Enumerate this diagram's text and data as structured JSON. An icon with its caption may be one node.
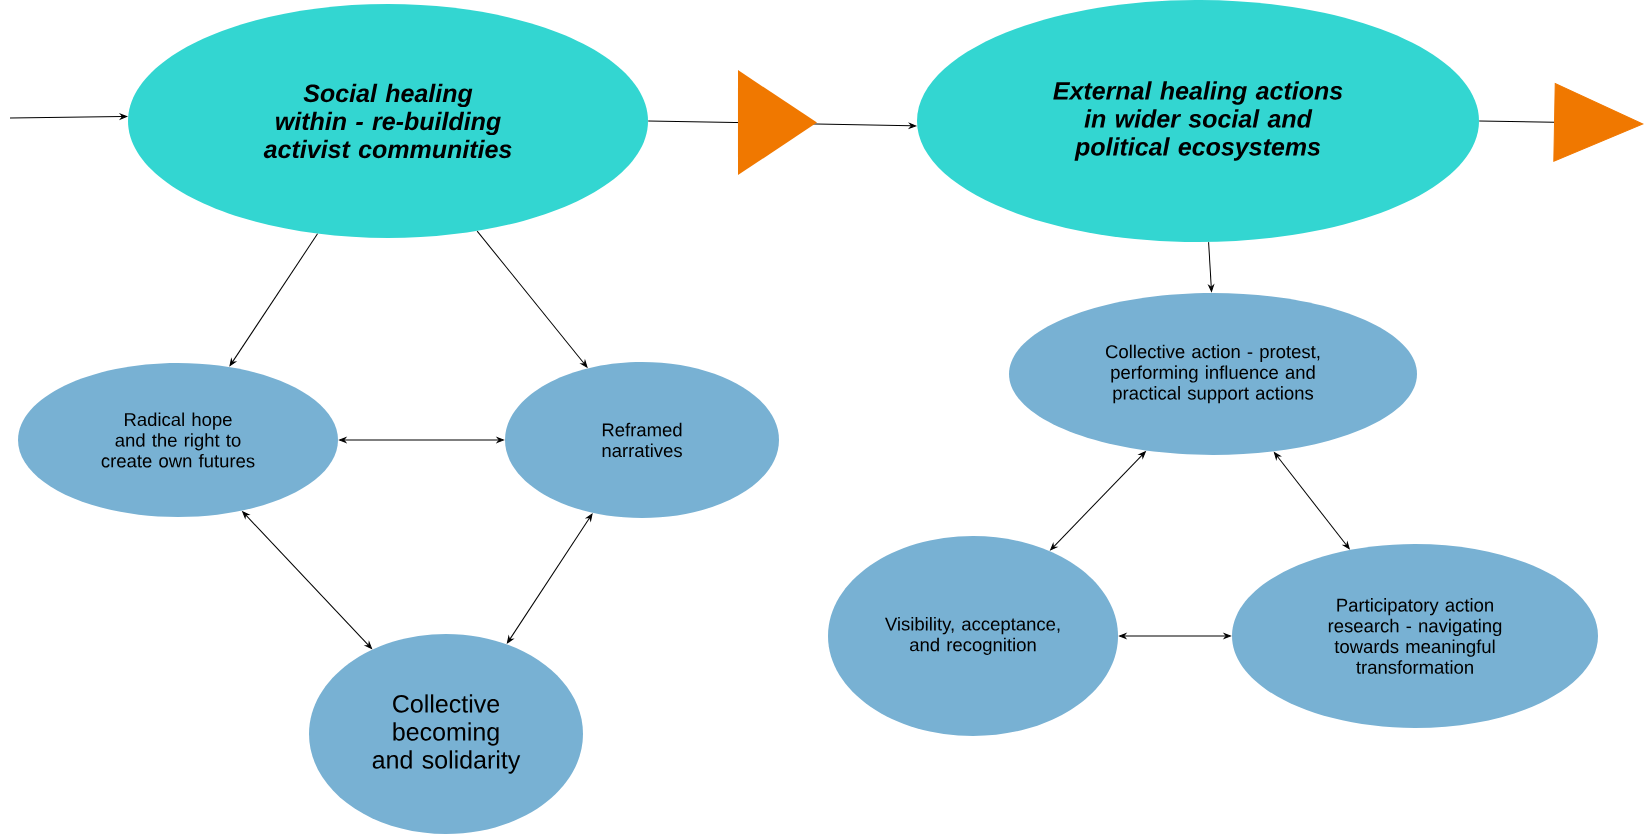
{
  "diagram": {
    "nodes": [
      {
        "text": [
          "Social healing within - re-building activist communities"
        ]
      },
      {
        "text": [
          "External healing actions in wider social and political ecosystems"
        ]
      },
      {
        "text": [
          "Radical hope and the right to create own futures"
        ]
      },
      {
        "text": [
          "Reframed narratives"
        ]
      },
      {
        "text": [
          "Collective becoming and solidarity"
        ]
      },
      {
        "text": [
          "Collective action - protest, performing influence and practical support actions"
        ]
      },
      {
        "text": [
          "Visibility, acceptance, and recognition"
        ]
      },
      {
        "text": [
          "Participatory action research - navigating towards meaningful transformation"
        ]
      }
    ],
    "edges": [
      {
        "from": null,
        "to": 0,
        "arrow": "to"
      },
      {
        "from": 0,
        "to": 1,
        "arrow": "to"
      },
      {
        "from": 1,
        "to": null,
        "arrow": "to"
      },
      {
        "from": 0,
        "to": 2,
        "arrow": "to"
      },
      {
        "from": 0,
        "to": 3,
        "arrow": "to"
      },
      {
        "from": 2,
        "to": 3,
        "arrow": "both"
      },
      {
        "from": 2,
        "to": 4,
        "arrow": "both"
      },
      {
        "from": 3,
        "to": 4,
        "arrow": "both"
      },
      {
        "from": 1,
        "to": 5,
        "arrow": "to"
      },
      {
        "from": 5,
        "to": 6,
        "arrow": "both"
      },
      {
        "from": 5,
        "to": 7,
        "arrow": "both"
      },
      {
        "from": 6,
        "to": 7,
        "arrow": "both"
      }
    ]
  }
}
